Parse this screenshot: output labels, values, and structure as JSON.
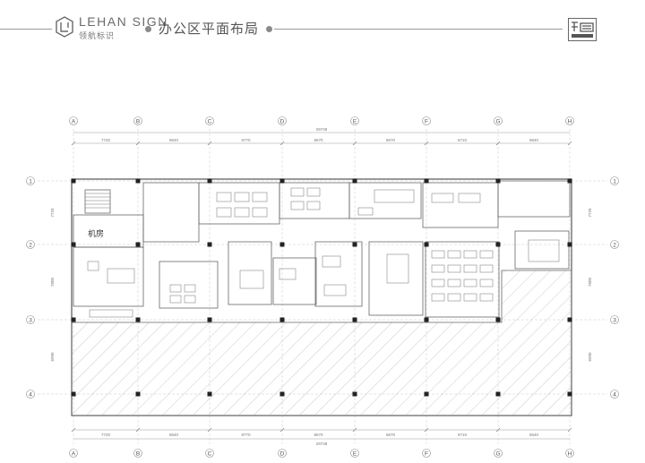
{
  "header": {
    "brand_en": "LEHAN SIGN",
    "brand_cn": "领航标识",
    "title": "办公区平面布局"
  },
  "plan": {
    "columns": [
      "A",
      "B",
      "C",
      "D",
      "E",
      "F",
      "G",
      "H"
    ],
    "rows": [
      "1",
      "2",
      "3",
      "4"
    ],
    "column_spacings": [
      "7720",
      "8640",
      "8770",
      "8670",
      "8670",
      "8710",
      "8640"
    ],
    "total_width": "29748",
    "row_spacings_left": [
      "7720",
      "7800",
      "6990"
    ],
    "row_spacings_right": [
      "7720",
      "7800",
      "6990"
    ],
    "room_labels": {
      "machine_room": "机房"
    }
  }
}
